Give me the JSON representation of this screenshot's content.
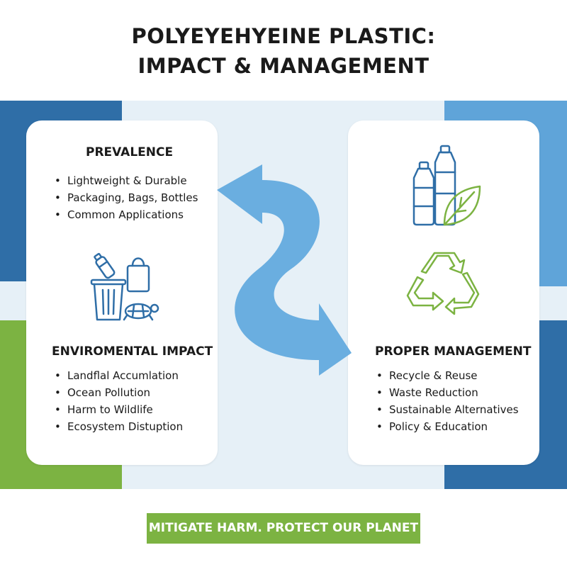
{
  "title": {
    "line1": "POLYEYEHYEINE PLASTIC:",
    "line2": "IMPACT & MANAGEMENT"
  },
  "prevalence": {
    "heading": "PREVALENCE",
    "items": [
      "Lightweight & Durable",
      "Packaging, Bags, Bottles",
      "Common Applications"
    ]
  },
  "impact": {
    "heading": "ENVIROMENTAL IMPACT",
    "items": [
      "Landflal Accumlation",
      "Ocean Pollution",
      "Harm to Wildlife",
      "Ecosystem Distuption"
    ]
  },
  "management": {
    "heading": "PROPER MANAGEMENT",
    "items": [
      "Recycle & Reuse",
      "Waste Reduction",
      "Sustainable Alternatives",
      "Policy & Education"
    ]
  },
  "banner": "MITIGATE HARM. PROTECT OUR PLANET",
  "icons": {
    "impact": "trash-bottle-bag-turtle-icon",
    "bottles": "bottles-leaf-icon",
    "recycle": "recycle-icon",
    "flow": "curved-arrow-icon"
  },
  "colors": {
    "blue_dark": "#2f6ea7",
    "blue_light": "#5fa4d9",
    "green": "#7cb342",
    "arrow": "#6aaee0"
  }
}
